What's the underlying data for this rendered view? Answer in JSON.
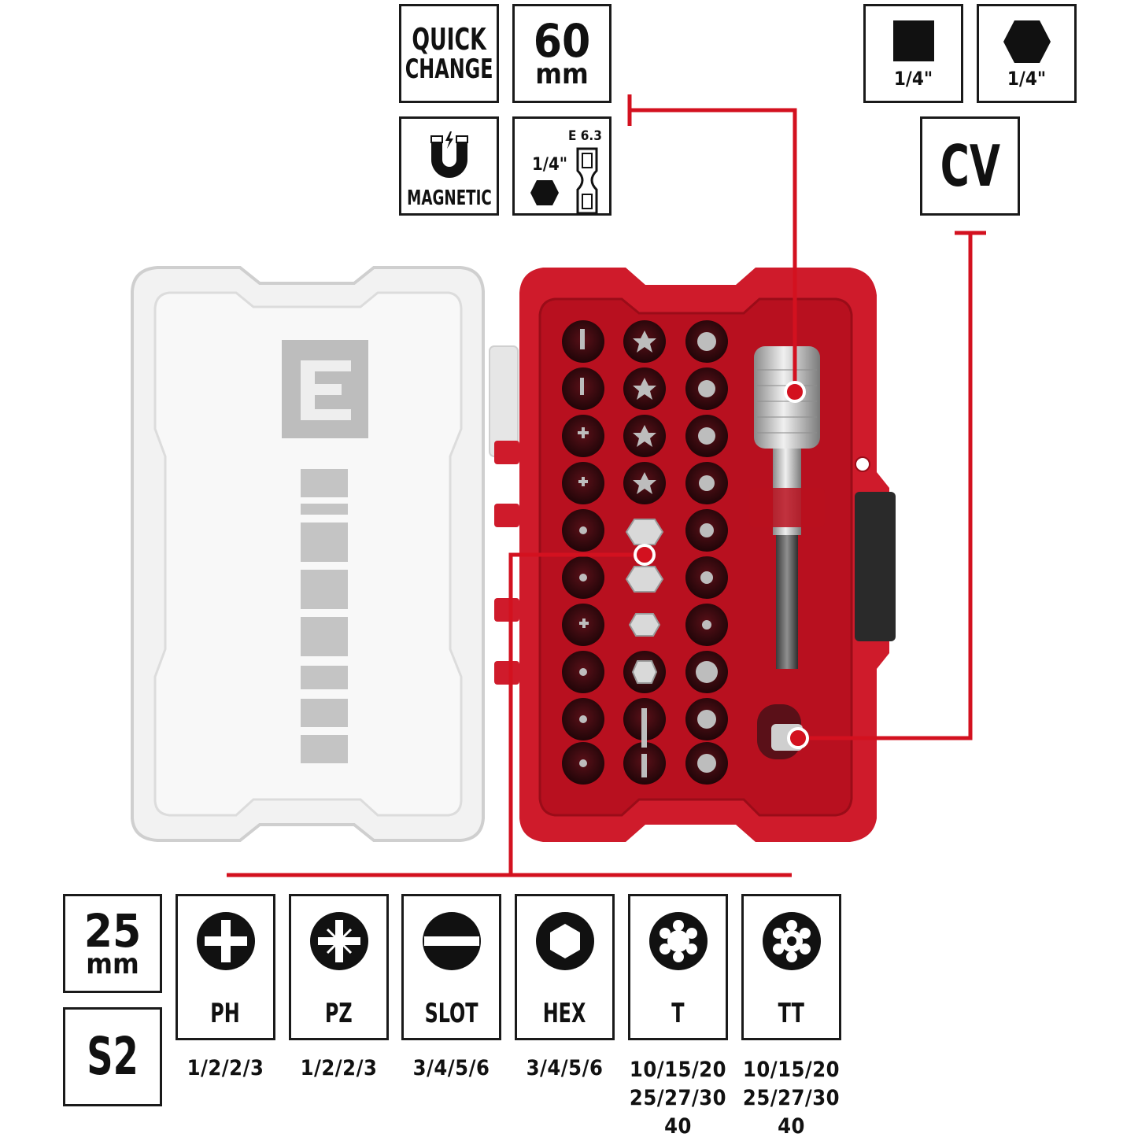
{
  "feature_boxes": {
    "quick_change": {
      "line1": "QUICK",
      "line2": "CHANGE"
    },
    "length_60": {
      "value": "60",
      "unit": "mm"
    },
    "magnetic": {
      "label": "MAGNETIC"
    },
    "shank": {
      "standard": "E 6.3",
      "size": "1/4\""
    },
    "square_drive": {
      "size": "1/4\""
    },
    "hex_drive": {
      "size": "1/4\""
    },
    "material_cv": {
      "label": "CV"
    },
    "length_25": {
      "value": "25",
      "unit": "mm"
    },
    "material_s2": {
      "label": "S2"
    }
  },
  "bit_types": [
    {
      "code": "PH",
      "icon": "phillips-icon",
      "sizes": [
        "1/2/2/3"
      ]
    },
    {
      "code": "PZ",
      "icon": "pozidriv-icon",
      "sizes": [
        "1/2/2/3"
      ]
    },
    {
      "code": "SLOT",
      "icon": "slot-icon",
      "sizes": [
        "3/4/5/6"
      ]
    },
    {
      "code": "HEX",
      "icon": "hex-icon",
      "sizes": [
        "3/4/5/6"
      ]
    },
    {
      "code": "T",
      "icon": "torx-icon",
      "sizes": [
        "10/15/20",
        "25/27/30",
        "40"
      ]
    },
    {
      "code": "TT",
      "icon": "tamper-torx-icon",
      "sizes": [
        "10/15/20",
        "25/27/30",
        "40"
      ]
    }
  ],
  "colors": {
    "accent_red": "#d3111f",
    "case_red": "#cf1b2b",
    "case_dark": "#8c0f1a",
    "border": "#1a1a1a",
    "lid": "#eeeeee"
  }
}
